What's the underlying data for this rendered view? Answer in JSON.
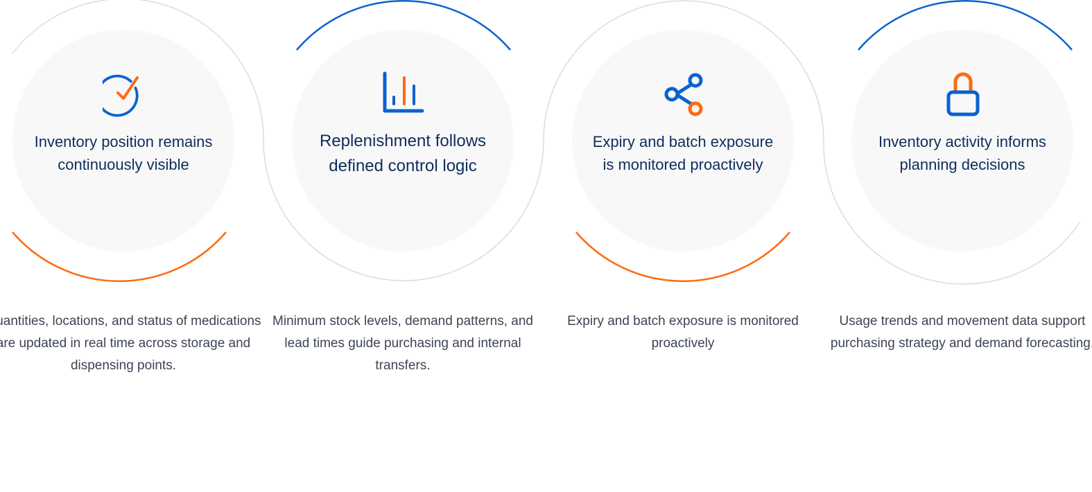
{
  "colors": {
    "blue": "#0a62cf",
    "orange": "#ff6a0f",
    "gray_ring": "#dcdcdc",
    "disc": "#f8f8f8",
    "title": "#0f2d5c",
    "text": "#3c4454"
  },
  "cards": [
    {
      "icon": "check-circle-icon",
      "title": "Inventory position remains continuously visible",
      "desc": "Quantities, locations, and status of medications are updated in real time across storage and dispensing points."
    },
    {
      "icon": "bar-chart-icon",
      "title": "Replenishment follows defined control logic",
      "desc": "Minimum stock levels, demand patterns, and lead times guide purchasing and internal transfers."
    },
    {
      "icon": "share-icon",
      "title": "Expiry and batch exposure is monitored proactively",
      "desc": "Expiry and batch exposure is monitored proactively"
    },
    {
      "icon": "lock-icon",
      "title": "Inventory activity informs planning decisions",
      "desc": "Usage trends and movement data support purchasing strategy and demand forecasting."
    }
  ]
}
